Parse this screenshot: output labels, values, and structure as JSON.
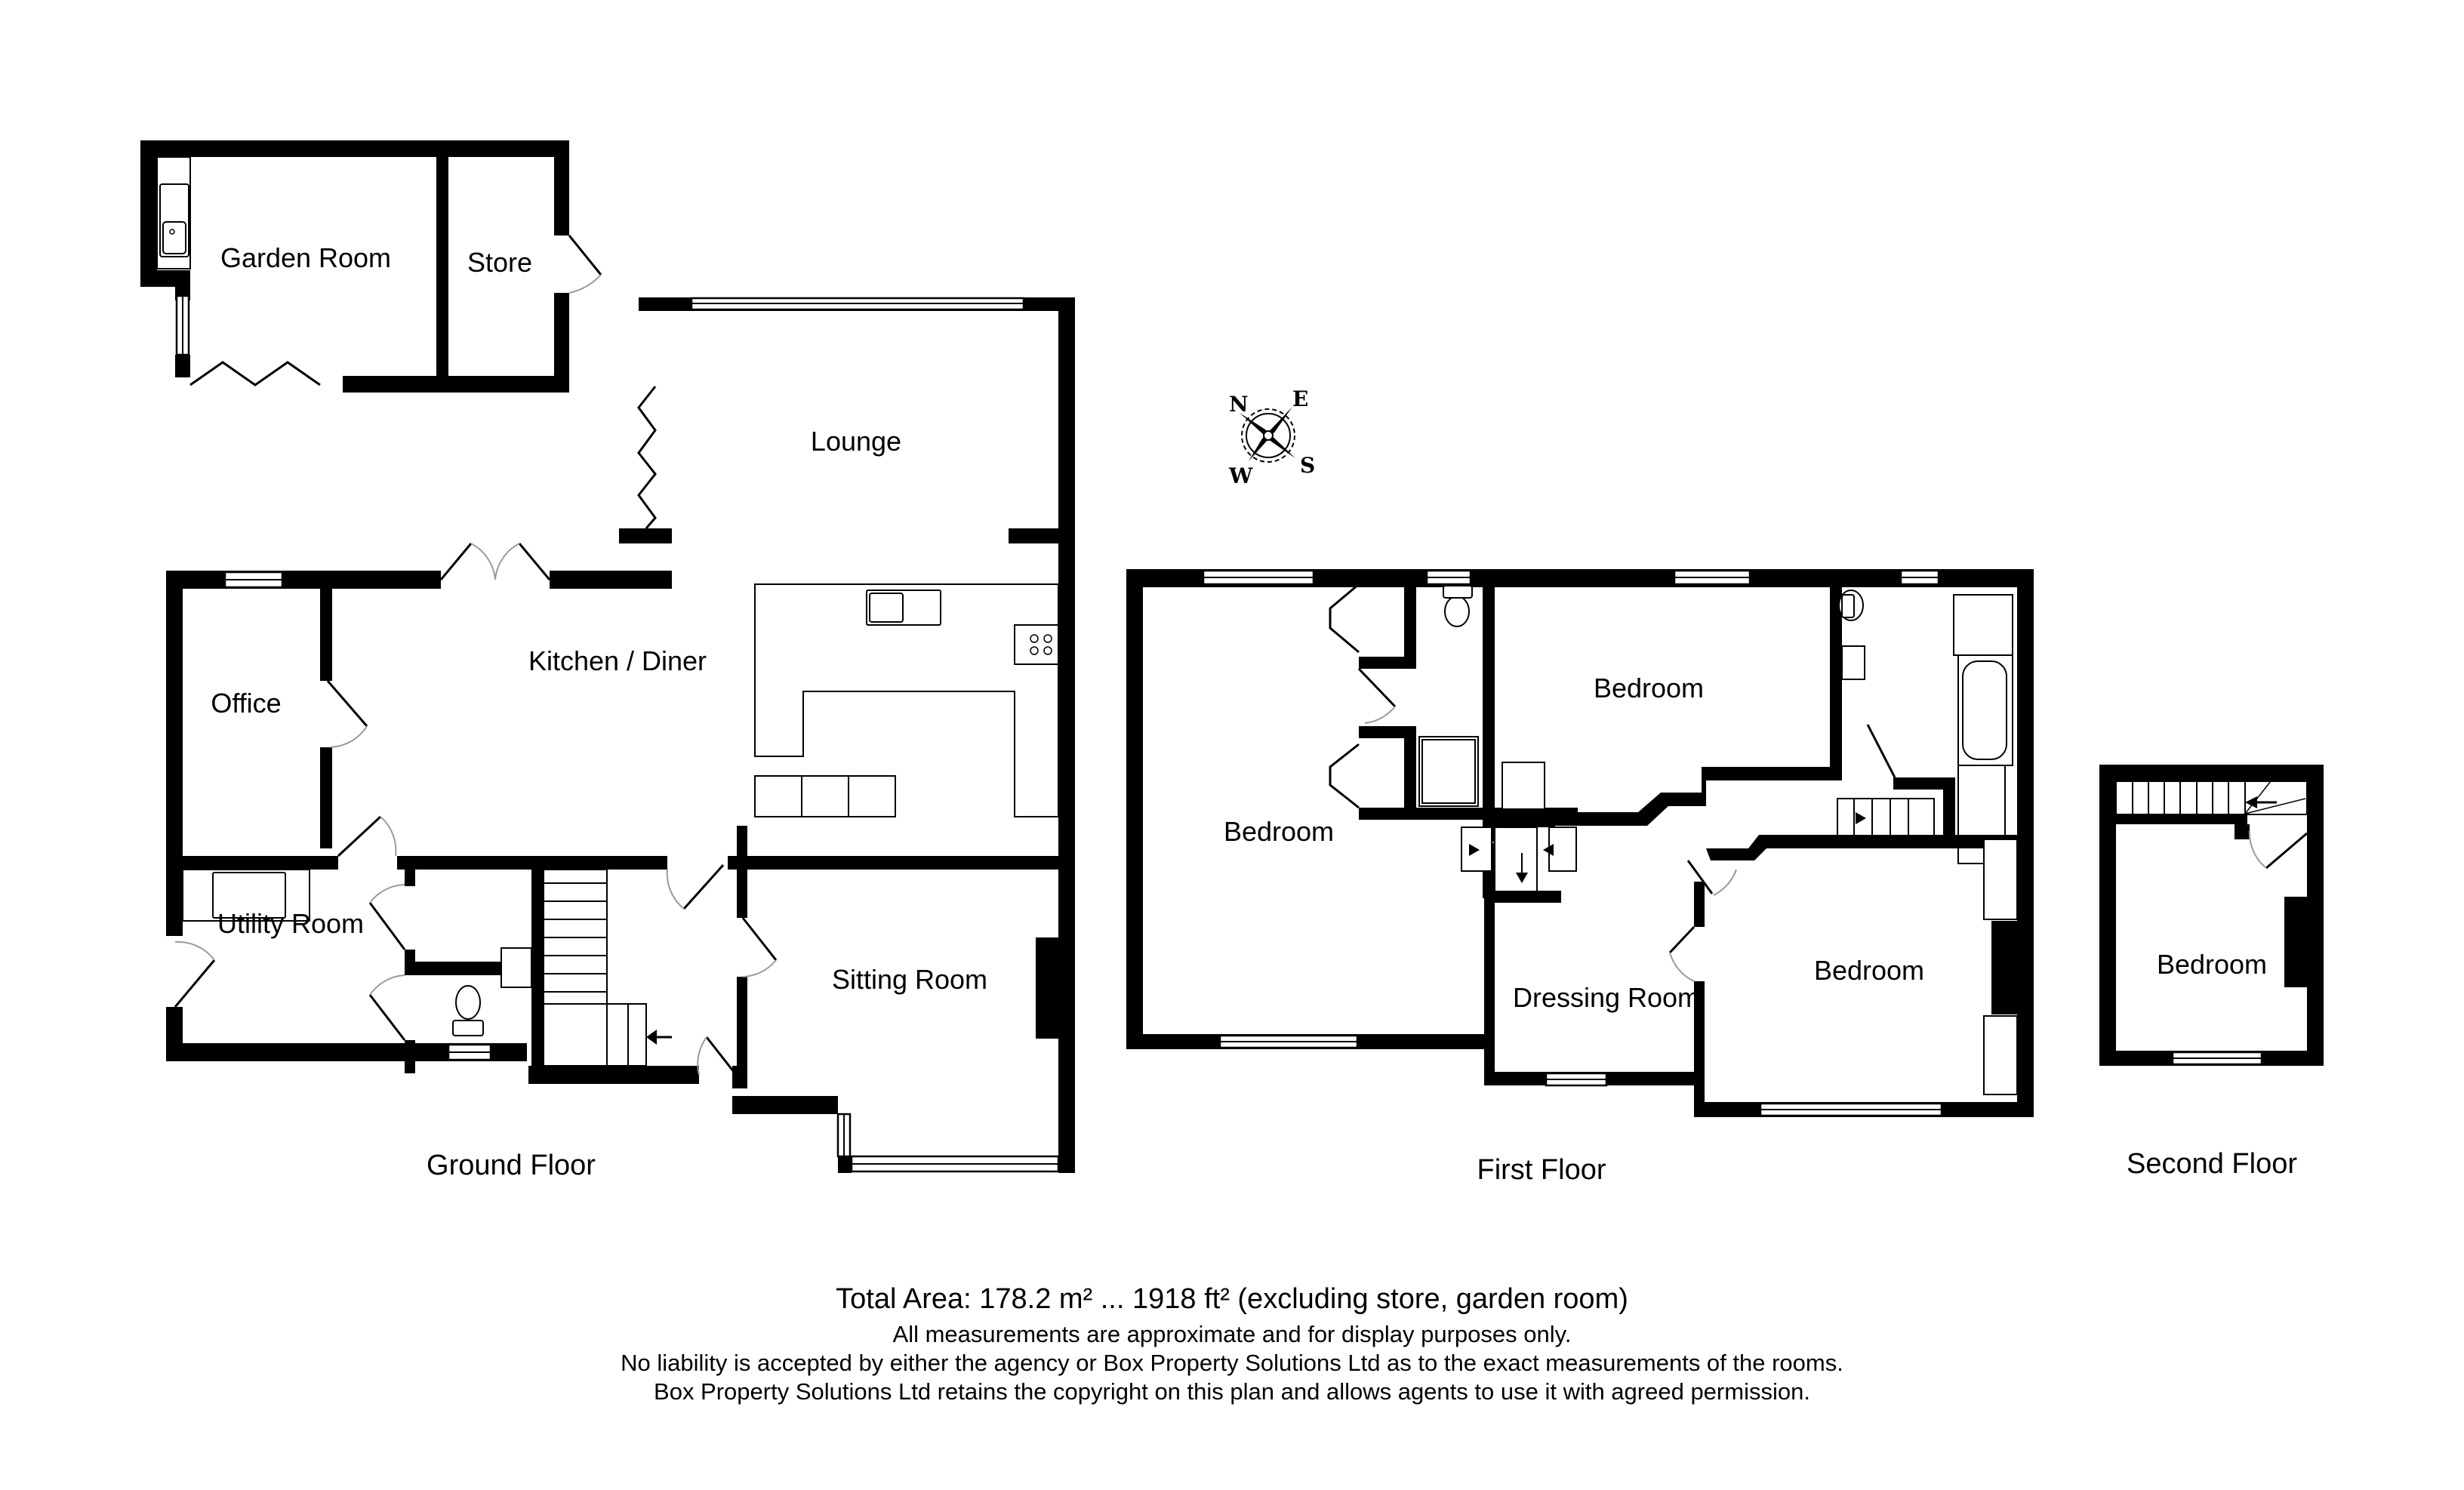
{
  "plan": {
    "compass": {
      "n": "N",
      "e": "E",
      "s": "S",
      "w": "W"
    },
    "ground_floor": {
      "label": "Ground Floor",
      "rooms": {
        "garden_room": "Garden Room",
        "store": "Store",
        "lounge": "Lounge",
        "kitchen_diner": "Kitchen / Diner",
        "office": "Office",
        "utility_room": "Utility Room",
        "sitting_room": "Sitting Room"
      }
    },
    "first_floor": {
      "label": "First Floor",
      "rooms": {
        "bedroom_1": "Bedroom",
        "bedroom_2": "Bedroom",
        "bedroom_3": "Bedroom",
        "dressing_room": "Dressing Room"
      }
    },
    "second_floor": {
      "label": "Second Floor",
      "rooms": {
        "bedroom_4": "Bedroom"
      }
    }
  },
  "footer": {
    "total_area": "Total Area: 178.2 m² ... 1918 ft² (excluding store, garden room)",
    "line1": "All measurements are approximate and for display purposes only.",
    "line2": "No liability is accepted by either the agency or Box Property Solutions Ltd as to the exact measurements of the rooms.",
    "line3": "Box Property Solutions Ltd retains the copyright on this plan and allows agents to use it with agreed permission."
  }
}
